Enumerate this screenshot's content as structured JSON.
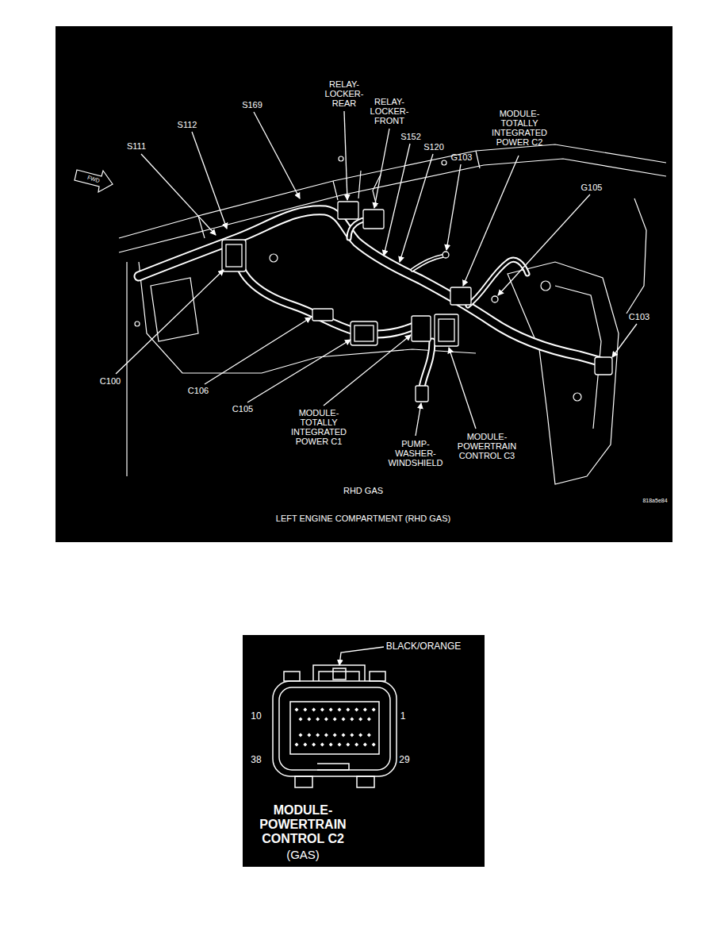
{
  "diagram": {
    "caption": "LEFT ENGINE COMPARTMENT (RHD GAS)",
    "labels": [
      "FWD",
      "RELAY- LOCKER- REAR",
      "RELAY- LOCKER- FRONT",
      "S169",
      "S112",
      "S111",
      "S152",
      "S120",
      "G103",
      "MODULE- TOTALLY INTEGRATED POWER C2",
      "G105",
      "C103",
      "C100",
      "C106",
      "C105",
      "MODULE- TOTALLY INTEGRATED POWER C1",
      "PUMP- WASHER- WINDSHIELD",
      "MODULE- POWERTRAIN CONTROL C3",
      "RHD GAS",
      "818a5e84",
      "BLACK/ORANGE",
      "10",
      "1",
      "38",
      "29",
      "MODULE- POWERTRAIN CONTROL C2",
      "(GAS)"
    ]
  }
}
